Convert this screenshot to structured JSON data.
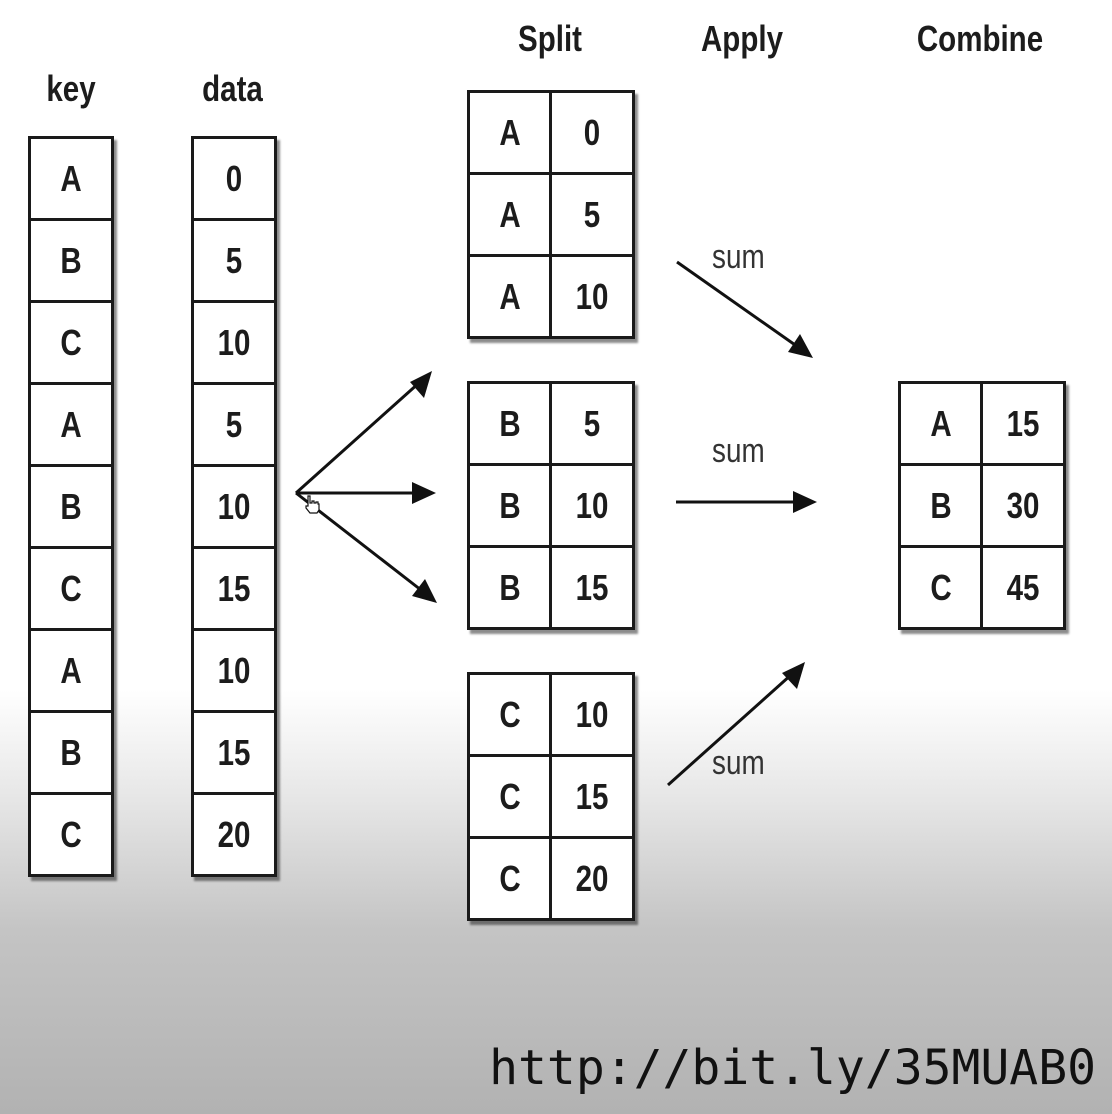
{
  "headers": {
    "key": "key",
    "data": "data",
    "split": "Split",
    "apply": "Apply",
    "combine": "Combine"
  },
  "key_column": [
    "A",
    "B",
    "C",
    "A",
    "B",
    "C",
    "A",
    "B",
    "C"
  ],
  "data_column": [
    "0",
    "5",
    "10",
    "5",
    "10",
    "15",
    "10",
    "15",
    "20"
  ],
  "split_groups": [
    {
      "rows": [
        [
          "A",
          "0"
        ],
        [
          "A",
          "5"
        ],
        [
          "A",
          "10"
        ]
      ]
    },
    {
      "rows": [
        [
          "B",
          "5"
        ],
        [
          "B",
          "10"
        ],
        [
          "B",
          "15"
        ]
      ]
    },
    {
      "rows": [
        [
          "C",
          "10"
        ],
        [
          "C",
          "15"
        ],
        [
          "C",
          "20"
        ]
      ]
    }
  ],
  "apply_operations": [
    "sum",
    "sum",
    "sum"
  ],
  "combined_result": [
    [
      "A",
      "15"
    ],
    [
      "B",
      "30"
    ],
    [
      "C",
      "45"
    ]
  ],
  "footer_url": "http://bit.ly/35MUAB0",
  "colors": {
    "ink": "#1a1a1a",
    "background": "#ffffff",
    "bottom_gradient": "#b2b2b2"
  },
  "icons": [
    "arrow-icon",
    "hand-cursor-icon"
  ]
}
